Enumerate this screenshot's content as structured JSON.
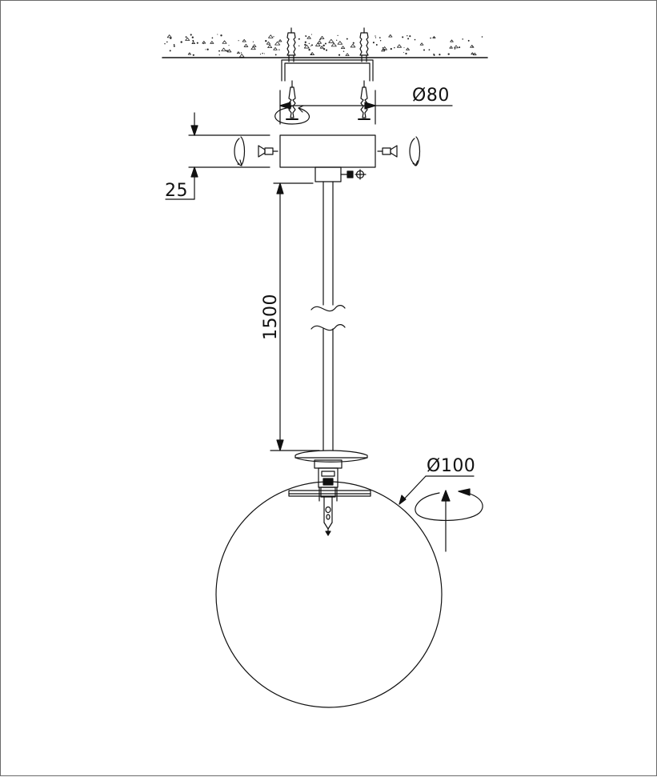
{
  "drawing": {
    "dimensions": {
      "canopy_diameter": "Ø80",
      "canopy_height": "25",
      "rod_length": "1500",
      "globe_diameter": "Ø100"
    },
    "colors": {
      "line": "#111111",
      "background": "#ffffff",
      "frame": "#6a6a6a"
    },
    "icons": [
      "ceiling-concrete",
      "wall-anchor",
      "mounting-bracket",
      "screw",
      "rotation-arrow",
      "set-screw",
      "cable-gland",
      "rod-break-symbol",
      "cup-plate",
      "socket-holder",
      "glass-globe"
    ]
  }
}
